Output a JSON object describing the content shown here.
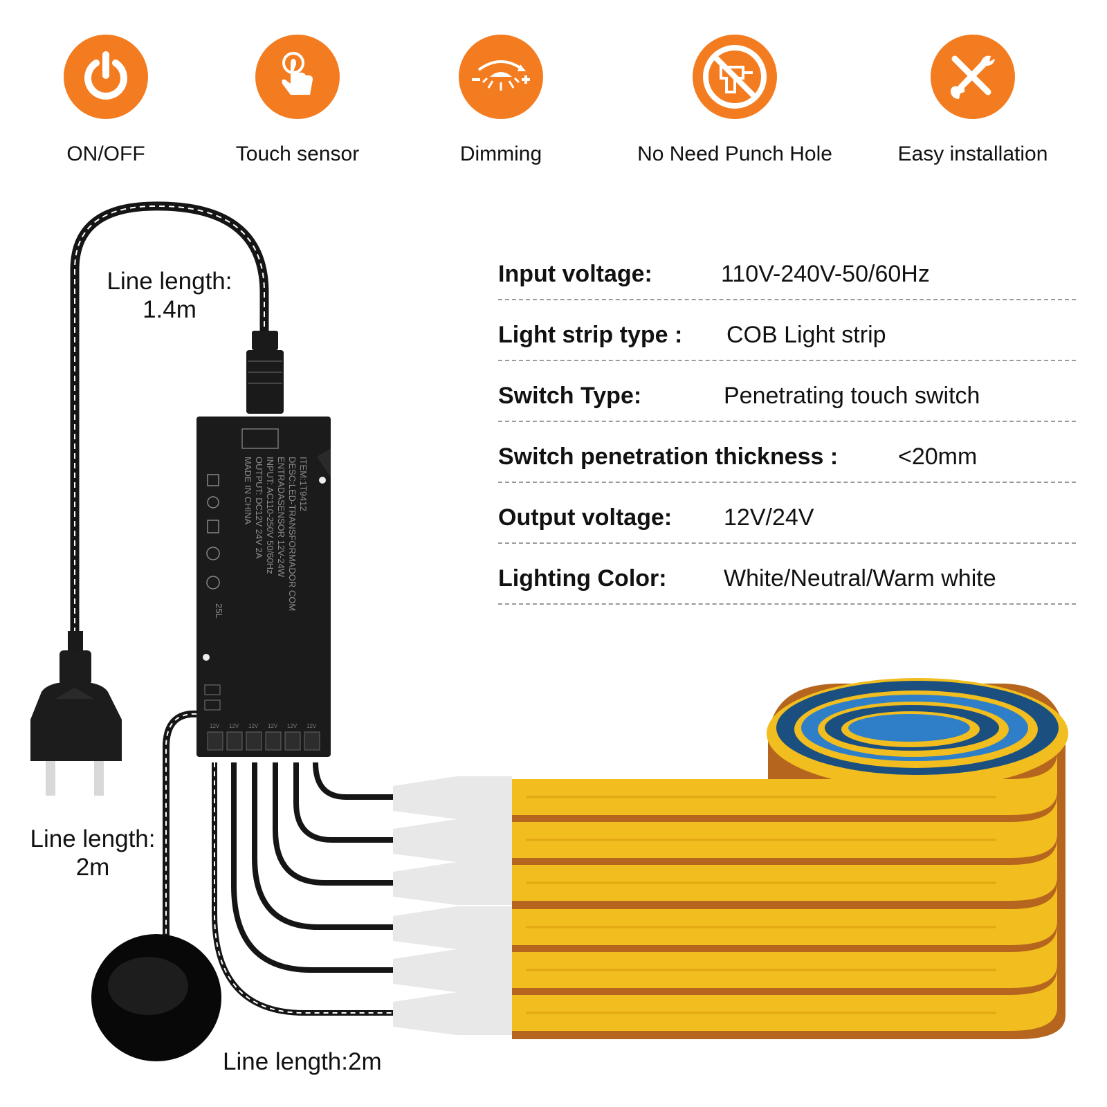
{
  "features": [
    {
      "label": "ON/OFF",
      "icon": "power-icon"
    },
    {
      "label": "Touch sensor",
      "icon": "touch-hand-icon"
    },
    {
      "label": "Dimming",
      "icon": "dimming-lamp-icon"
    },
    {
      "label": "No Need Punch Hole",
      "icon": "no-drill-icon"
    },
    {
      "label": "Easy installation",
      "icon": "tools-icon"
    }
  ],
  "specs": [
    {
      "key": "Input voltage:",
      "value": "110V-240V-50/60Hz"
    },
    {
      "key": "Light strip type :",
      "value": "COB Light strip"
    },
    {
      "key": "Switch Type:",
      "value": "Penetrating touch switch"
    },
    {
      "key": "Switch penetration thickness :",
      "value": "<20mm"
    },
    {
      "key": "Output voltage:",
      "value": "12V/24V"
    },
    {
      "key": "Lighting Color:",
      "value": "White/Neutral/Warm white"
    }
  ],
  "line_lengths": {
    "plug_title": "Line length:",
    "plug_value": "1.4m",
    "sensor_title": "Line length:",
    "sensor_value": "2m",
    "bottom": "Line length:2m"
  },
  "controller": {
    "item": "ITEM:1T9412",
    "desc": "DESC:LED-TRANSFORMADOR COM",
    "desc2": "ENTRADASENSOR 12V-24W",
    "input": "INPUT: AC110-250V 50/60Hz",
    "output": "OUTPUT: DC12V 24V 2A",
    "made": "MADE IN CHINA",
    "code": "25L",
    "port_label": "12V"
  },
  "colors": {
    "accent": "#f47c20",
    "strip_yellow": "#f1bd1f",
    "strip_copper": "#b5651d",
    "backing_blue": "#2f7fc8",
    "connector": "#e8e8e8",
    "cable": "#151515"
  }
}
